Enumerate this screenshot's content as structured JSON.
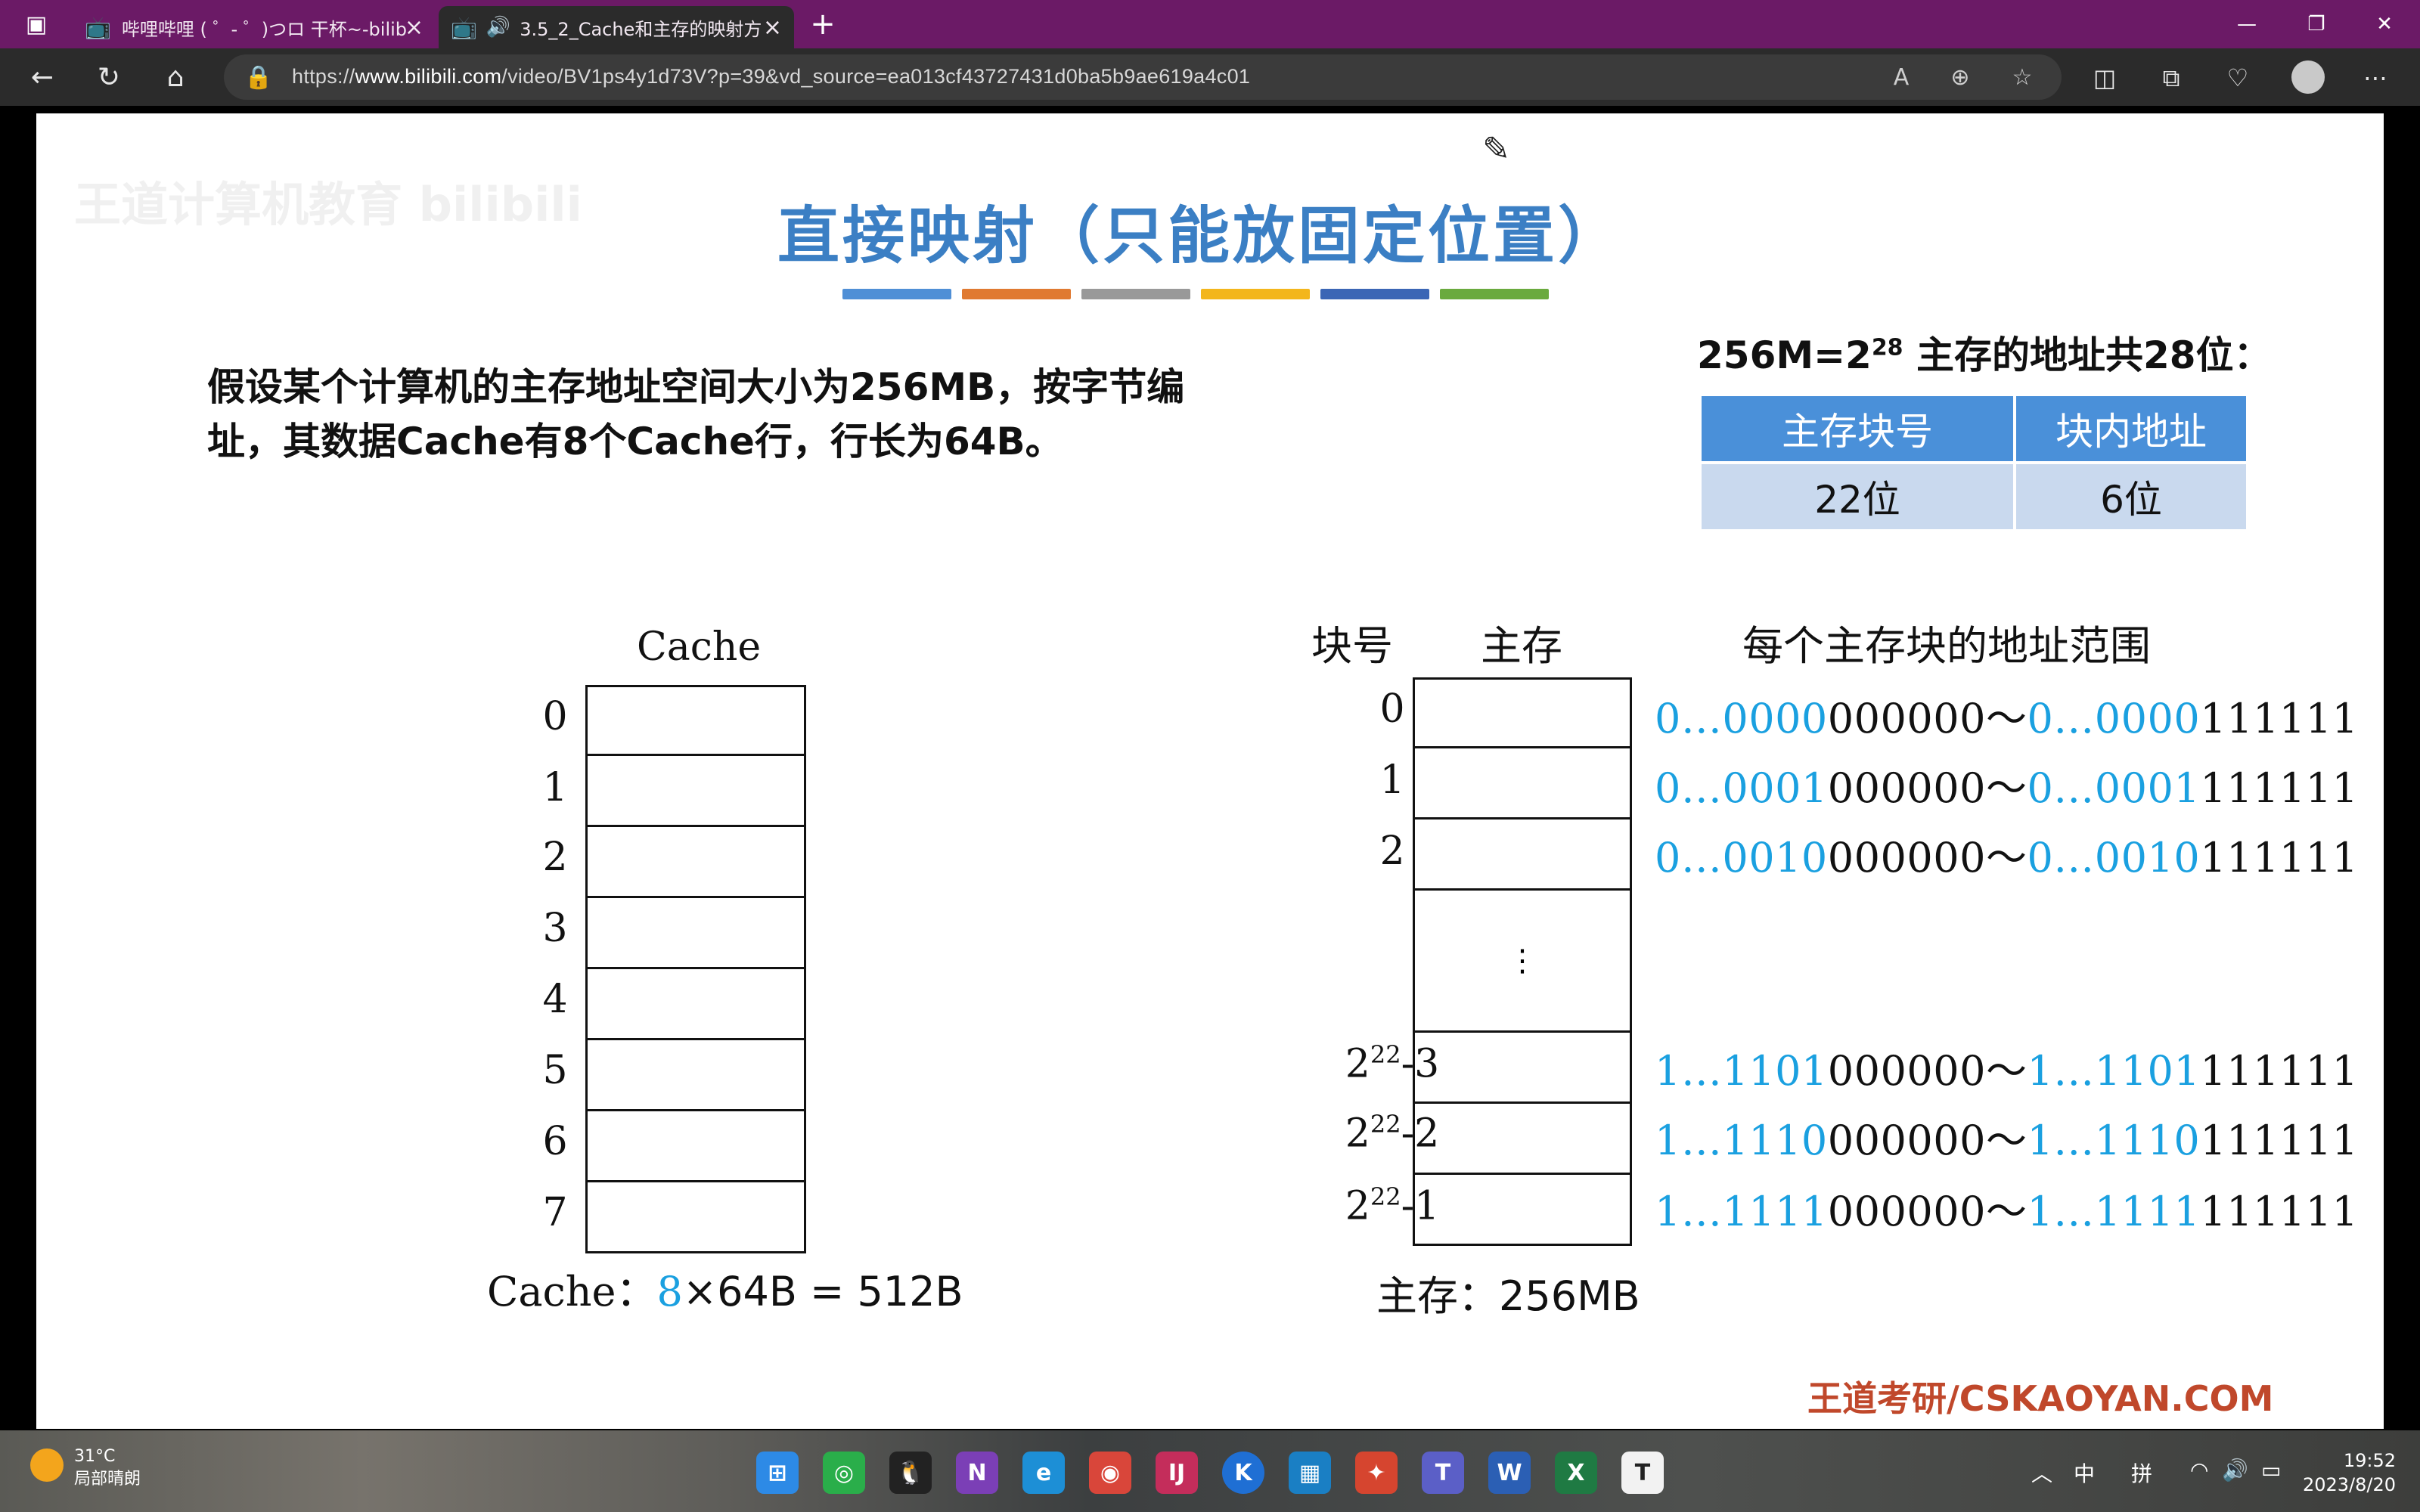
{
  "browser": {
    "tabs": [
      {
        "label": "哔哩哔哩 ( ゜- ゜)つロ 干杯~-bilib",
        "icon": "bilibili-icon",
        "active": false
      },
      {
        "label": "3.5_2_Cache和主存的映射方",
        "icon": "bilibili-icon",
        "active": true,
        "audio": true
      }
    ],
    "new_tab": "+",
    "url": {
      "prefix": "https://",
      "domain": "www.bilibili.com",
      "path": "/video/BV1ps4y1d73V?p=39&vd_source=ea013cf43727431d0ba5b9ae619a4c01"
    }
  },
  "slide": {
    "watermark": "王道计算机教育 bilibili",
    "title": "直接映射（只能放固定位置）",
    "accent_colors": [
      "#4f8fd6",
      "#e07a31",
      "#999999",
      "#f3b61c",
      "#3b66b5",
      "#6aaa3e"
    ],
    "problem_line1": "假设某个计算机的主存地址空间大小为256MB，按字节编",
    "problem_line2": "址，其数据Cache有8个Cache行，行长为64B。",
    "address_header_a": "256M=2",
    "address_header_exp": "28",
    "address_header_b": " 主存的地址共28位：",
    "address_table": {
      "headers": [
        "主存块号",
        "块内地址"
      ],
      "values": [
        "22位",
        "6位"
      ]
    },
    "cache": {
      "title": "Cache",
      "rows": [
        "0",
        "1",
        "2",
        "3",
        "4",
        "5",
        "6",
        "7"
      ],
      "caption_prefix": "Cache：",
      "caption_count": "8",
      "caption_suffix": "×64B = 512B"
    },
    "memory": {
      "header_block": "块号",
      "header_mem": "主存",
      "header_range": "每个主存块的地址范围",
      "ellipsis": "⋮",
      "rows": [
        {
          "num": "0",
          "exp": "",
          "tail": "",
          "start_hi": "0…0000",
          "start_lo": "000000",
          "sep": "～",
          "end_hi": "0…0000",
          "end_lo": "111111"
        },
        {
          "num": "1",
          "exp": "",
          "tail": "",
          "start_hi": "0…0001",
          "start_lo": "000000",
          "sep": "～",
          "end_hi": "0…0001",
          "end_lo": "111111"
        },
        {
          "num": "2",
          "exp": "",
          "tail": "",
          "start_hi": "0…0010",
          "start_lo": "000000",
          "sep": "～",
          "end_hi": "0…0010",
          "end_lo": "111111"
        },
        {
          "num": "2",
          "exp": "22",
          "tail": "-3",
          "start_hi": "1…1101",
          "start_lo": "000000",
          "sep": "～",
          "end_hi": "1…1101",
          "end_lo": "111111"
        },
        {
          "num": "2",
          "exp": "22",
          "tail": "-2",
          "start_hi": "1…1110",
          "start_lo": "000000",
          "sep": "～",
          "end_hi": "1…1110",
          "end_lo": "111111"
        },
        {
          "num": "2",
          "exp": "22",
          "tail": "-1",
          "start_hi": "1…1111",
          "start_lo": "000000",
          "sep": "～",
          "end_hi": "1…1111",
          "end_lo": "111111"
        }
      ],
      "caption": "主存：256MB"
    },
    "brand": "王道考研/CSKAOYAN.COM"
  },
  "taskbar": {
    "weather_temp": "31°C",
    "weather_desc": "局部晴朗",
    "ime_lang": "中",
    "ime_mode": "拼",
    "time": "19:52",
    "date": "2023/8/20"
  }
}
